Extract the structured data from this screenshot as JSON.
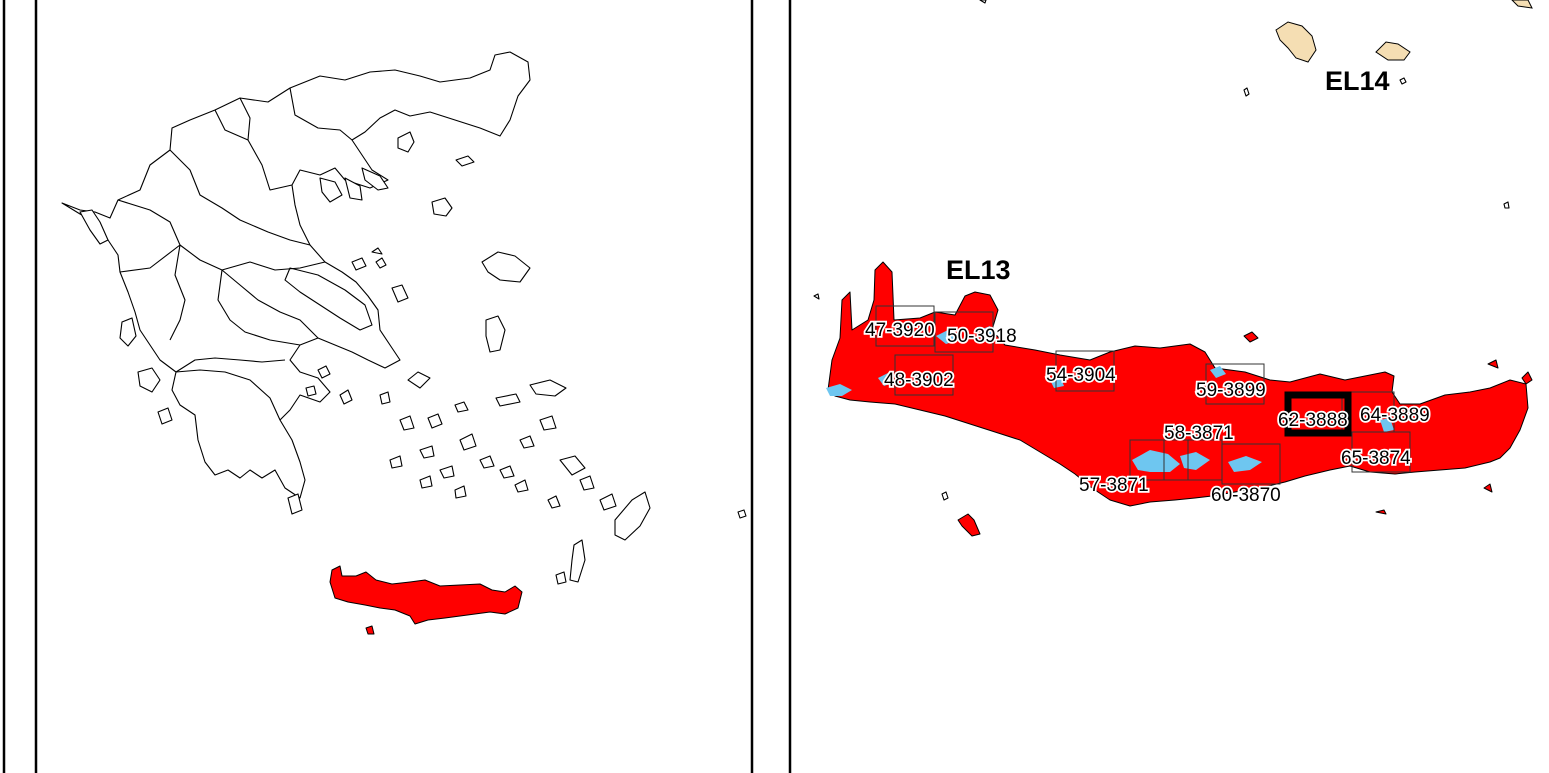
{
  "map": {
    "left_panel": {
      "name": "Greece regions overview",
      "highlight_color": "#ff0000"
    },
    "right_panel": {
      "name": "Crete detail",
      "region_labels": [
        "EL13",
        "EL14"
      ],
      "tiles": [
        {
          "label": "47-3920",
          "selected": false
        },
        {
          "label": "50-3918",
          "selected": false
        },
        {
          "label": "48-3902",
          "selected": false
        },
        {
          "label": "54-3904",
          "selected": false
        },
        {
          "label": "59-3899",
          "selected": false
        },
        {
          "label": "62-3888",
          "selected": true
        },
        {
          "label": "64-3889",
          "selected": false
        },
        {
          "label": "58-3871",
          "selected": false
        },
        {
          "label": "57-3871",
          "selected": false
        },
        {
          "label": "60-3870",
          "selected": false
        },
        {
          "label": "65-3874",
          "selected": false
        }
      ],
      "colors": {
        "region_fill": "#ff0000",
        "neighbor_fill": "#f5deb3",
        "water_fill": "#6ec6f0"
      }
    }
  }
}
